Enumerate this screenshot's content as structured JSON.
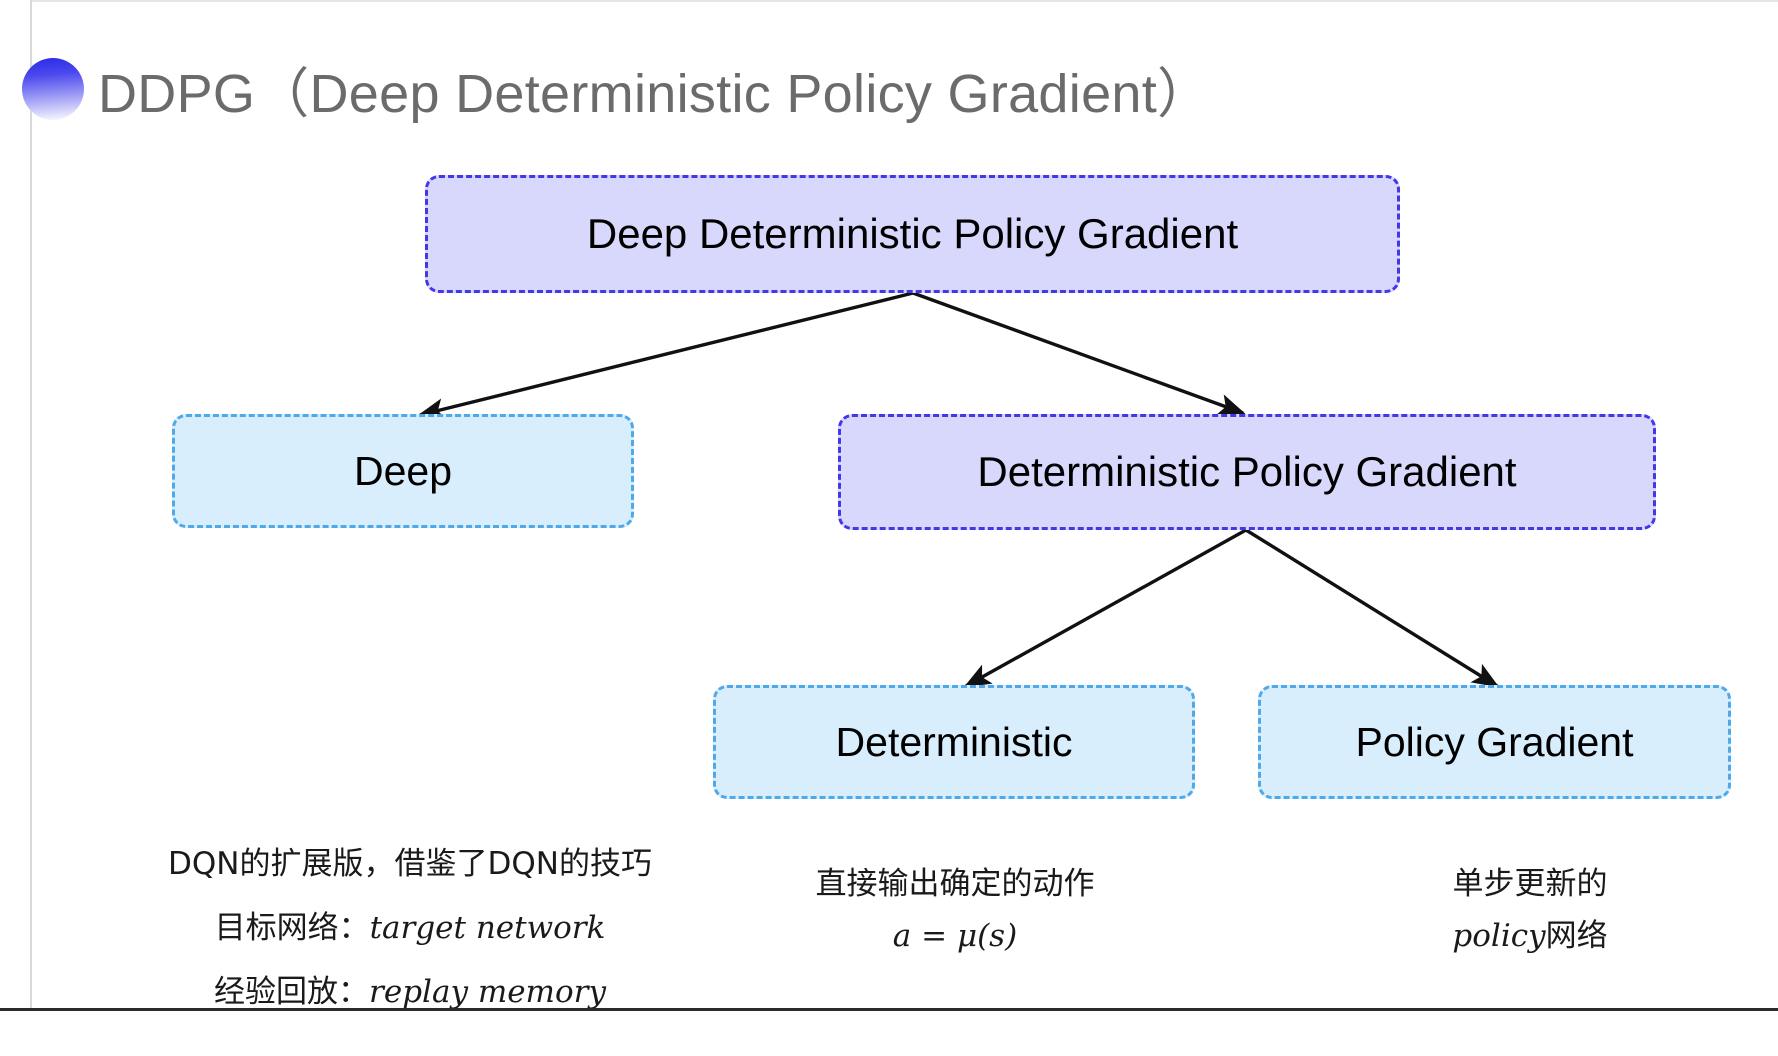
{
  "slide": {
    "title": "DDPG（Deep Deterministic Policy Gradient）",
    "accent_purple_fill": "#d8d7fc",
    "accent_purple_border": "#4338e8",
    "accent_blue_fill": "#d8eefc",
    "accent_blue_border": "#4fa9e8",
    "title_color": "#6b6b6b",
    "bullet_gradient_from": "#2a2ae8",
    "bullet_gradient_to": "#ffffff"
  },
  "diagram": {
    "type": "tree",
    "nodes": {
      "root": {
        "label": "Deep Deterministic Policy Gradient",
        "style": "purple"
      },
      "deep": {
        "label": "Deep",
        "style": "blue"
      },
      "dpg": {
        "label": "Deterministic Policy Gradient",
        "style": "purple"
      },
      "deterministic": {
        "label": "Deterministic",
        "style": "blue"
      },
      "policy_gradient": {
        "label": "Policy Gradient",
        "style": "blue"
      }
    },
    "edges": [
      {
        "from": "root",
        "to": "deep"
      },
      {
        "from": "root",
        "to": "dpg"
      },
      {
        "from": "dpg",
        "to": "deterministic"
      },
      {
        "from": "dpg",
        "to": "policy_gradient"
      }
    ]
  },
  "annotations": {
    "deep": {
      "line1": "DQN的扩展版，借鉴了DQN的技巧",
      "line2_label": "目标网络：",
      "line2_value": "target network",
      "line3_label": "经验回放：",
      "line3_value": "replay memory"
    },
    "deterministic": {
      "line1": "直接输出确定的动作",
      "formula": "a = μ(s)"
    },
    "policy_gradient": {
      "line1": "单步更新的",
      "line2_value": "policy",
      "line2_label": " 网络"
    }
  }
}
